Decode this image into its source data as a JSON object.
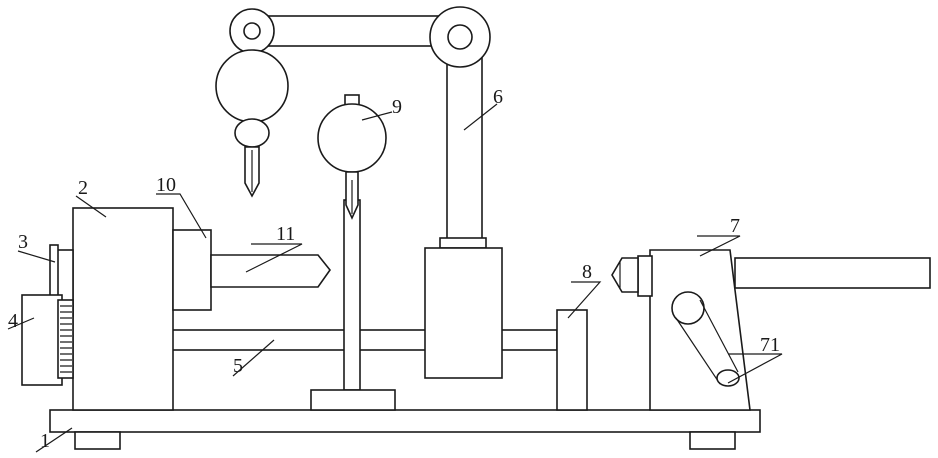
{
  "labels": {
    "base": "1",
    "housing": "2",
    "handwheel": "3",
    "drive_gear": "4",
    "guide_rod": "5",
    "arm": "6",
    "tailstock": "7",
    "support_block": "8",
    "gauge": "9",
    "chuck": "10",
    "workpiece": "11",
    "crank": "71"
  },
  "colors": {
    "line": "#1a1a1a",
    "background": "#ffffff"
  }
}
